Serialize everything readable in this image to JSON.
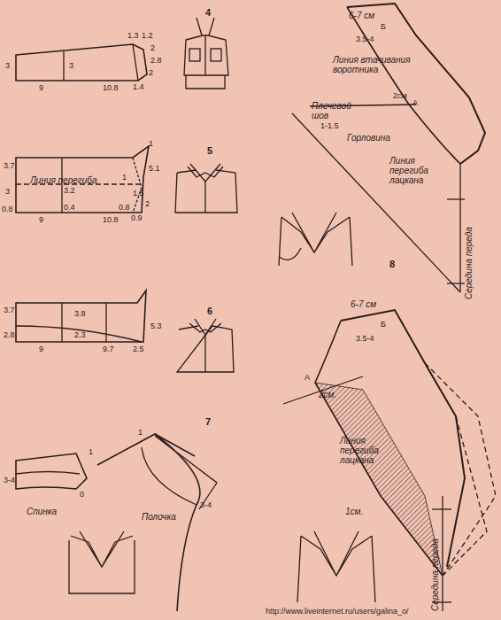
{
  "diagram": {
    "labels": [
      "4",
      "1.3",
      "1.2",
      "2",
      "2.8",
      "3",
      "3",
      "9",
      "10.8",
      "1.4",
      "2",
      "5",
      "3.7",
      "3",
      "0.8",
      "Линия перегиба",
      "3.2",
      "0.4",
      "9",
      "10.8",
      "1",
      "5.1",
      "1",
      "1.5",
      "0.8",
      "0.9",
      "2",
      "6",
      "3.7",
      "2.8",
      "3.8",
      "2.3",
      "9",
      "9.7",
      "2.5",
      "5.3",
      "7",
      "3-4",
      "1",
      "0",
      "Спинка",
      "1",
      "Полочка",
      "3-4",
      "6-7 см",
      "Б",
      "3.5-4",
      "Линия втачивания воротника",
      "2см",
      "Плечевой шов",
      "А",
      "1-1.5",
      "Горловина",
      "Линия перегиба лацкана",
      "8",
      "Середина переда",
      "6-7 см",
      "Б",
      "3.5-4",
      "А",
      "2см.",
      "Линия перегиба лацкана",
      "1см.",
      "Середина переда",
      "http://www.liveinternet.ru/users/galina_o/"
    ]
  }
}
